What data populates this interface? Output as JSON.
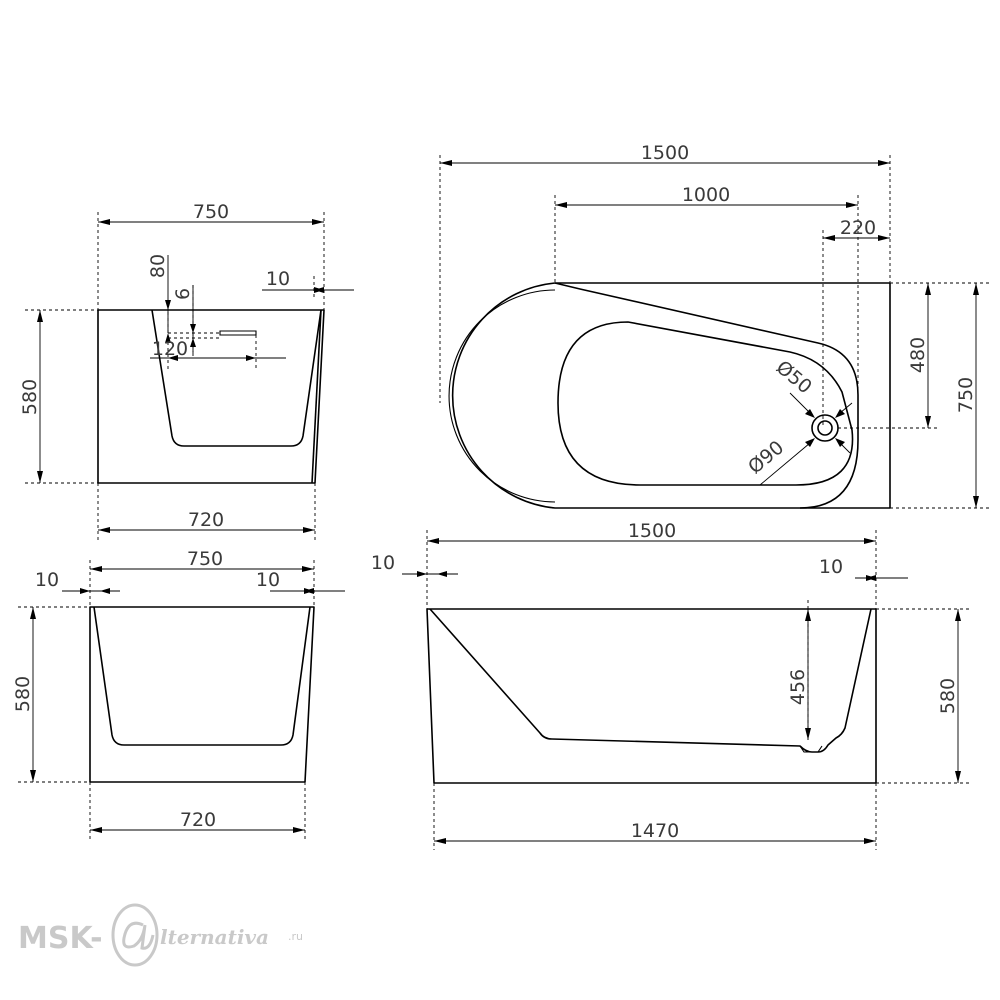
{
  "dimensions": {
    "side_view": {
      "top_width": "750",
      "depth": "80",
      "step": "6",
      "wall": "10",
      "overflow": "120",
      "height": "580",
      "bottom_width": "720"
    },
    "plan_view": {
      "length": "1500",
      "inner_length": "1000",
      "drain_offset_x": "220",
      "drain_offset_y": "480",
      "width": "750",
      "drain_small_dia": "Ø50",
      "drain_large_dia": "Ø90"
    },
    "end_view": {
      "top_width": "750",
      "wall_left": "10",
      "wall_right": "10",
      "height": "580",
      "bottom_width": "720"
    },
    "front_view": {
      "top_length": "1500",
      "wall_left": "10",
      "wall_right": "10",
      "inner_depth": "456",
      "height": "580",
      "bottom_length": "1470"
    }
  },
  "watermark": {
    "prefix": "MSK-",
    "script": "lternativa",
    "tld": ".ru"
  }
}
